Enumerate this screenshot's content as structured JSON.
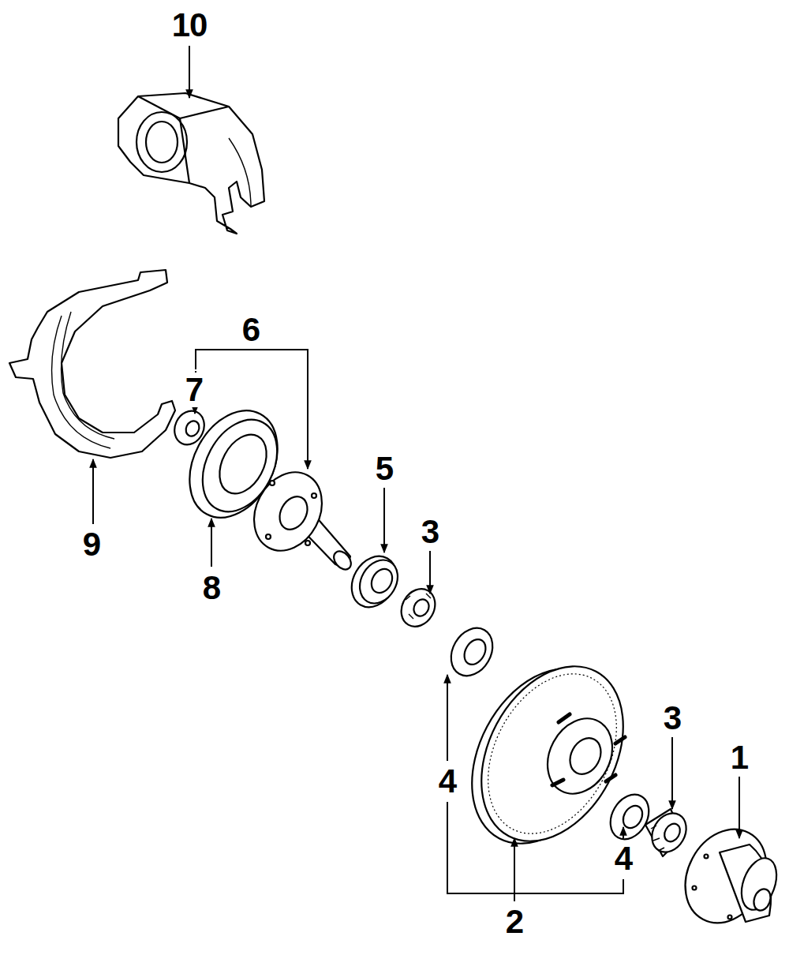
{
  "diagram": {
    "labels": [
      "10",
      "6",
      "7",
      "5",
      "3",
      "9",
      "8",
      "4",
      "3",
      "1",
      "4",
      "2"
    ]
  }
}
